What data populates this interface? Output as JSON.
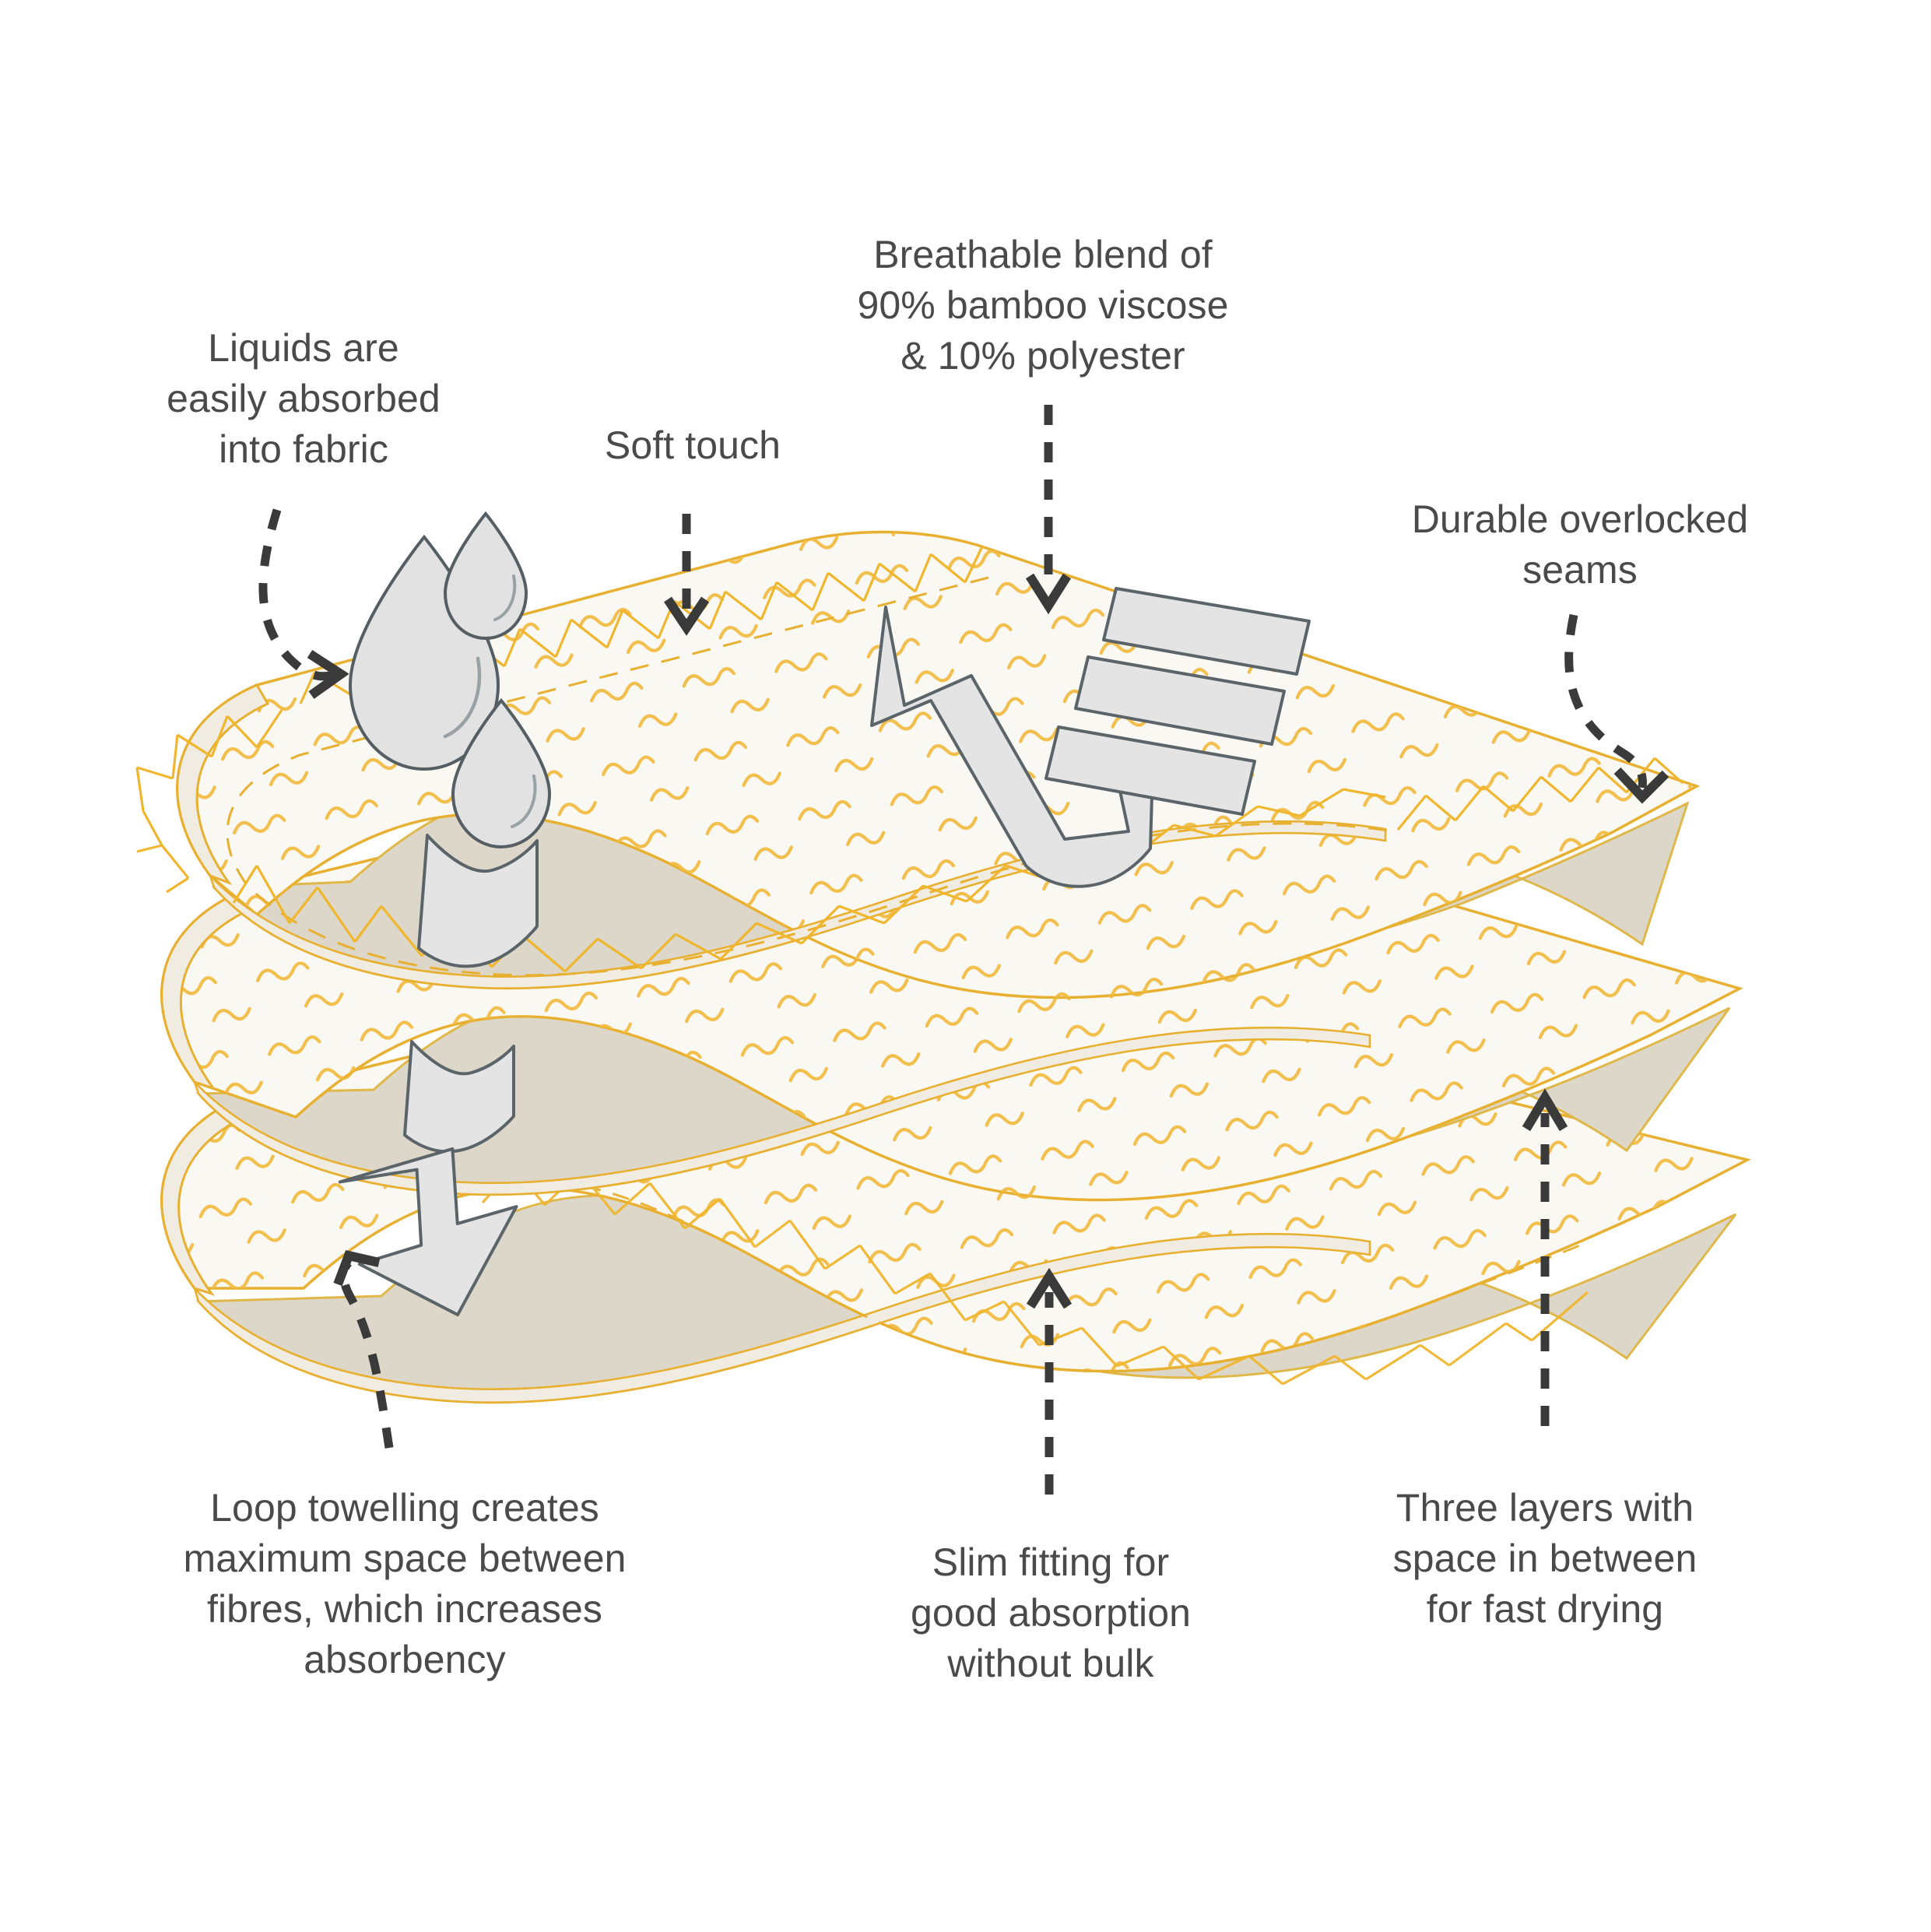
{
  "meta": {
    "title": "Three-layer bamboo towelling fabric cross-section diagram",
    "background_color": "#ffffff",
    "text_color": "#4a4a4a"
  },
  "palette": {
    "fabric_top": "#faf8f2",
    "fabric_underside": "#dcd7c9",
    "fabric_edge_band": "#f0ece1",
    "seam_gold": "#f0b62e",
    "squiggle_gold": "#f2bc44",
    "outline_gold": "#e8b030",
    "droplet_fill": "#e2e2e2",
    "droplet_stroke": "#555f63",
    "arrow_fill": "#e4e4e4",
    "arrow_stroke": "#5b6569",
    "pointer_dash": "#3a3a3a"
  },
  "callouts": [
    {
      "id": "liquids",
      "text": "Liquids are\neasily absorbed\ninto fabric",
      "pointer": "curved-dashed-arrow-right"
    },
    {
      "id": "soft_touch",
      "text": "Soft touch",
      "pointer": "straight-dashed-arrow-down"
    },
    {
      "id": "breathable",
      "text": "Breathable blend of\n90% bamboo viscose\n& 10% polyester",
      "pointer": "straight-dashed-arrow-down"
    },
    {
      "id": "seams",
      "text": "Durable overlocked\nseams",
      "pointer": "curved-dashed-arrow-down"
    },
    {
      "id": "loop_towelling",
      "text": "Loop towelling creates\nmaximum space between\nfibres, which increases\nabsorbency",
      "pointer": "curved-dashed-arrow-up"
    },
    {
      "id": "slim_fitting",
      "text": "Slim fitting for\ngood absorption\nwithout bulk",
      "pointer": "straight-dashed-arrow-up"
    },
    {
      "id": "three_layers",
      "text": "Three layers with\nspace in between\nfor fast drying",
      "pointer": "straight-dashed-arrow-up"
    }
  ],
  "diagram": {
    "layer_count": 3,
    "layer_labels": [
      "top-layer",
      "middle-layer",
      "bottom-layer"
    ],
    "features": [
      "overlocked-zigzag-seam",
      "loop-pile-squiggle-texture",
      "water-droplets",
      "absorption-arrow",
      "airflow-arrow",
      "fabric-swatch"
    ]
  }
}
